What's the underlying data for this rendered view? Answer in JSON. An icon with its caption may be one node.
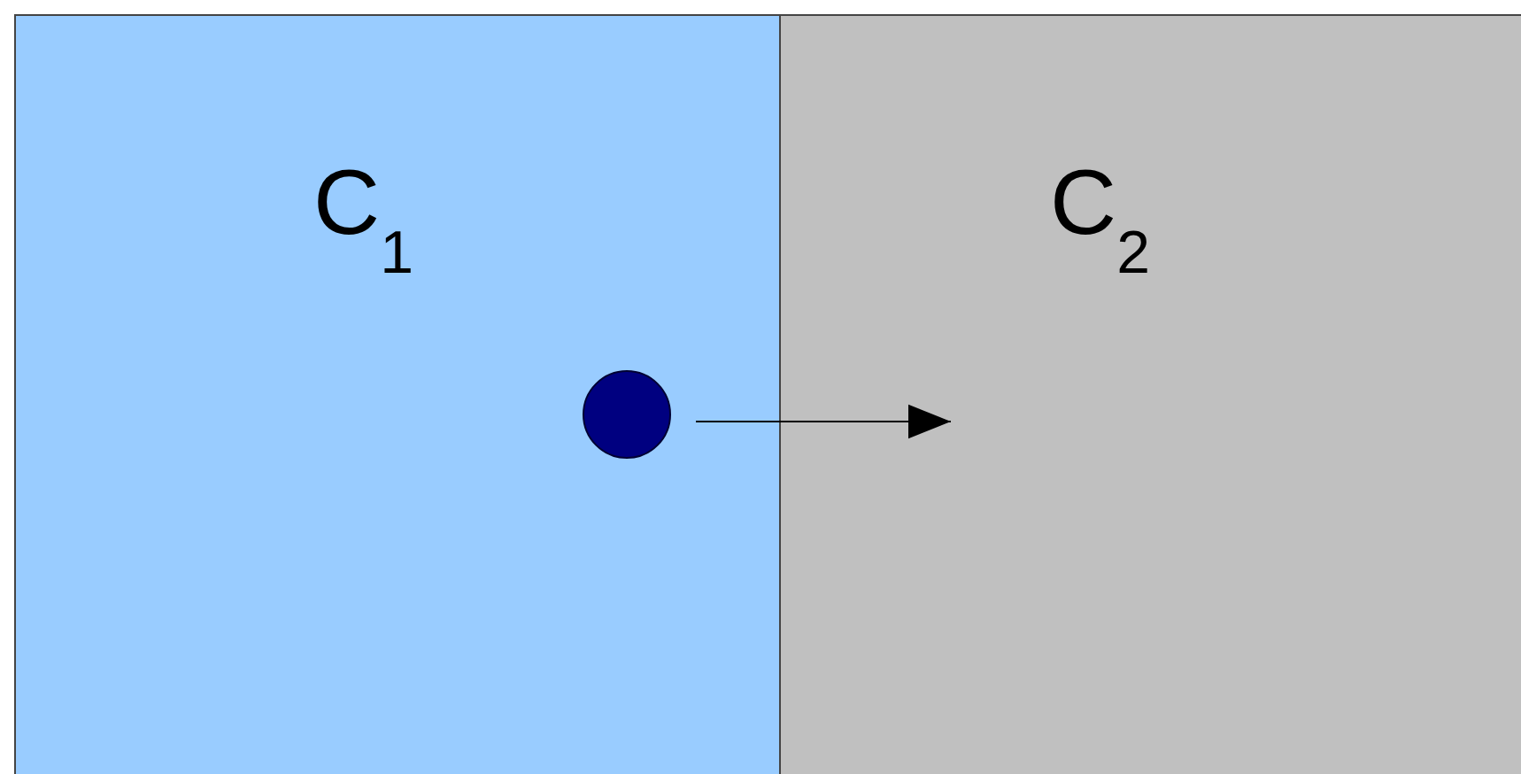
{
  "diagram": {
    "nodes": [
      {
        "text": [
          "C$_{1}$"
        ]
      },
      {
        "text": [
          "C$_{2}$"
        ]
      },
      {
        "text": [],
        "shape": "circle",
        "in": 0
      }
    ],
    "edges": [
      {
        "from": 2,
        "to": 1,
        "arrow": "to"
      }
    ]
  }
}
